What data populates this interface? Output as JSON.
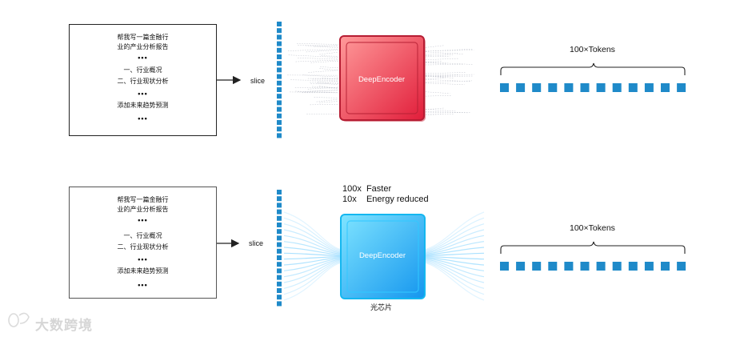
{
  "rows": [
    {
      "doc": {
        "lines": [
          "帮我写一篇金融行",
          "业的产业分析报告",
          "•••",
          "一、行业概况",
          "二、行业现状分析",
          "•••",
          "添加未来趋势预测",
          "•••"
        ]
      },
      "slice_label": "slice",
      "chip": {
        "label": "DeepEncoder",
        "color_top": "#ff8a8a",
        "color_bottom": "#e8323f"
      },
      "tokens_label": "100×Tokens"
    },
    {
      "doc": {
        "lines": [
          "帮我写一篇金融行",
          "业的产业分析报告",
          "•••",
          "一、行业概况",
          "二、行业现状分析",
          "•••",
          "添加未来趋势预测",
          "•••"
        ]
      },
      "slice_label": "slice",
      "perf_lines": [
        "100x  Faster",
        "10x    Energy reduced"
      ],
      "chip": {
        "label": "DeepEncoder",
        "sublabel": "光芯片",
        "color_top": "#6fdcff",
        "color_bottom": "#1aa3f0"
      },
      "tokens_label": "100×Tokens"
    }
  ],
  "colors": {
    "token": "#1f8ac9",
    "slice": "#1f8ac9"
  },
  "watermark": {
    "text": "大数跨境",
    "icon": "logo-mark-icon"
  }
}
